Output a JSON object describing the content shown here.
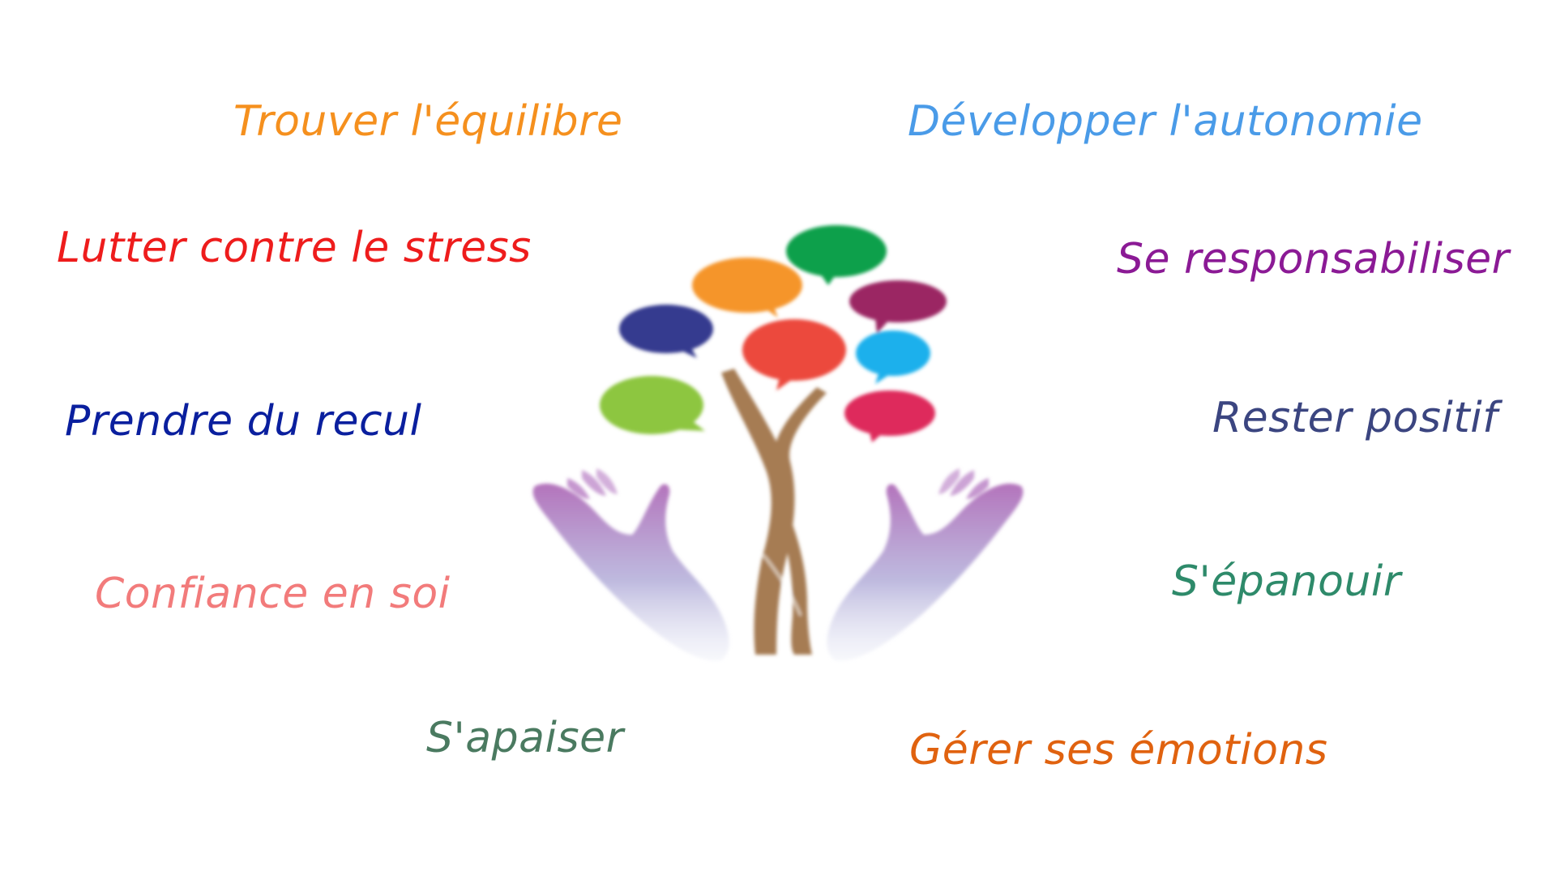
{
  "phrases": {
    "trouver": "Trouver l'équilibre",
    "developper": "Développer l'autonomie",
    "lutter": "Lutter contre le stress",
    "responsabiliser": "Se responsabiliser",
    "prendre": "Prendre du recul",
    "rester": "Rester positif",
    "confiance": "Confiance en soi",
    "epanouir": "S'épanouir",
    "apaiser": "S'apaiser",
    "gerer": "Gérer ses émotions"
  },
  "colors": {
    "trouver": "#f5901e",
    "developper": "#4a9be8",
    "lutter": "#ee1c1c",
    "responsabiliser": "#8b1a95",
    "prendre": "#0a1f9e",
    "rester": "#3b4580",
    "confiance": "#f27b7b",
    "epanouir": "#2e8a6a",
    "apaiser": "#4a7a60",
    "gerer": "#e0620f",
    "bubble_green": "#0fa04b",
    "bubble_orange": "#f5952a",
    "bubble_purple": "#9b2663",
    "bubble_navy": "#363a8f",
    "bubble_red": "#ec4a3c",
    "bubble_cyan": "#1ab0ec",
    "bubble_lime": "#8dc63f",
    "bubble_pink": "#de2a5b",
    "trunk": "#a67c52",
    "hands": "#b07ec0"
  },
  "logo": {
    "icon": "tree-of-speech-bubbles-with-hands-icon"
  }
}
